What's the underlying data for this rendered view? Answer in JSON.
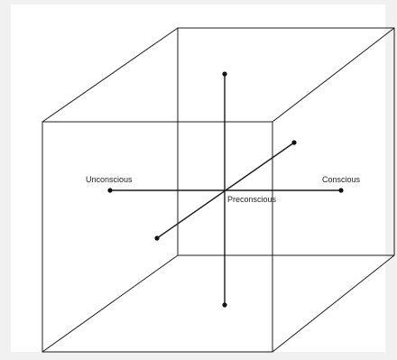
{
  "diagram": {
    "labels": {
      "left": "Unconscious",
      "right": "Conscious",
      "center": "Preconscious"
    }
  }
}
